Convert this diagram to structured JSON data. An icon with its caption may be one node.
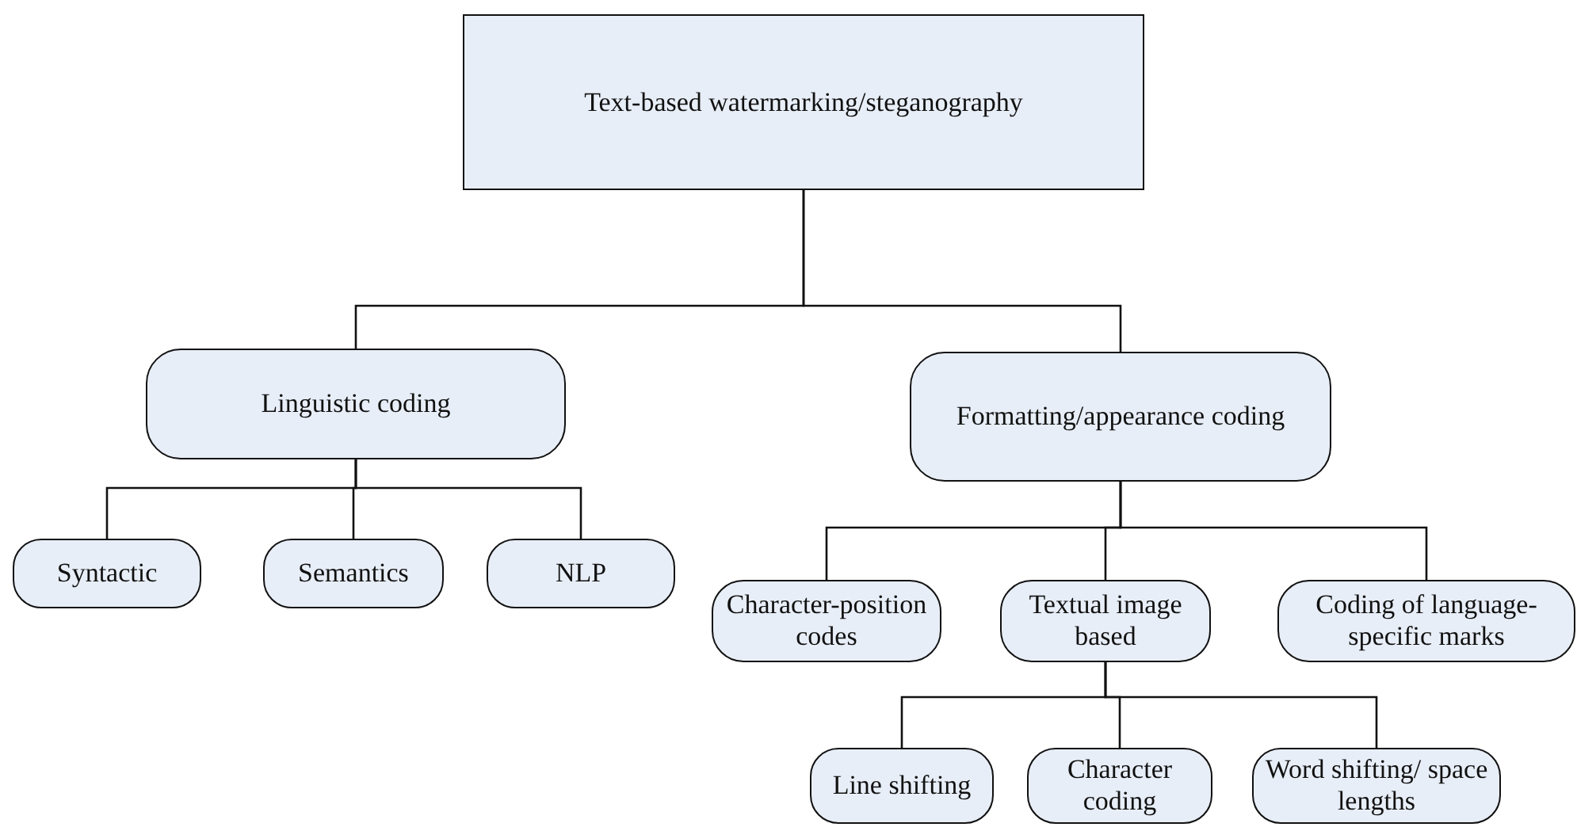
{
  "diagram": {
    "nodes": [
      {
        "text": [
          "Text-based watermarking/steganography"
        ]
      },
      {
        "text": [
          "Linguistic coding"
        ]
      },
      {
        "text": [
          "Formatting/appearance coding"
        ]
      },
      {
        "text": [
          "Syntactic"
        ]
      },
      {
        "text": [
          "Semantics"
        ]
      },
      {
        "text": [
          "NLP"
        ]
      },
      {
        "text": [
          "Character-position codes"
        ]
      },
      {
        "text": [
          "Textual image based"
        ]
      },
      {
        "text": [
          "Coding of language-specific marks"
        ]
      },
      {
        "text": [
          "Line shifting"
        ]
      },
      {
        "text": [
          "Character coding"
        ]
      },
      {
        "text": [
          "Word shifting/ space lengths"
        ]
      }
    ],
    "edges": [
      {
        "from": 0,
        "to": 1,
        "arrow": "none"
      },
      {
        "from": 0,
        "to": 2,
        "arrow": "none"
      },
      {
        "from": 1,
        "to": 3,
        "arrow": "none"
      },
      {
        "from": 1,
        "to": 4,
        "arrow": "none"
      },
      {
        "from": 1,
        "to": 5,
        "arrow": "none"
      },
      {
        "from": 2,
        "to": 6,
        "arrow": "none"
      },
      {
        "from": 2,
        "to": 7,
        "arrow": "none"
      },
      {
        "from": 2,
        "to": 8,
        "arrow": "none"
      },
      {
        "from": 7,
        "to": 9,
        "arrow": "none"
      },
      {
        "from": 7,
        "to": 10,
        "arrow": "none"
      },
      {
        "from": 7,
        "to": 11,
        "arrow": "none"
      }
    ]
  }
}
